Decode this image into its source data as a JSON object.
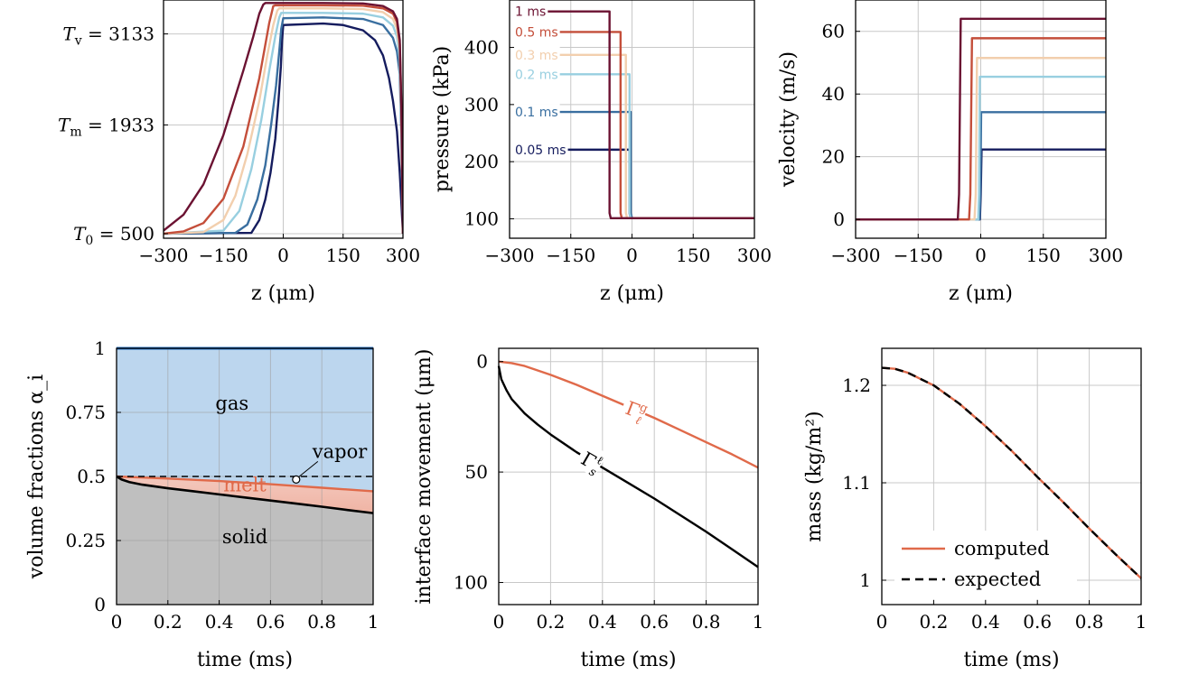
{
  "colors": {
    "c1": "#6b1232",
    "c05": "#c44e3a",
    "c03": "#f2cfae",
    "c02": "#98cfe0",
    "c01": "#3a6fa0",
    "c005": "#151c5e",
    "gas": "#bcd6ee",
    "gasLine": "#1f6cc0",
    "melt": "#f0b4a4",
    "solid": "#bfbfbf",
    "computed": "#e06a4a",
    "grid": "#c8c8c8"
  },
  "chart_data": [
    {
      "id": "temperature",
      "type": "line",
      "xlabel": "z (μm)",
      "ylabel": "",
      "xlim": [
        -300,
        300
      ],
      "ylim": [
        440,
        3580
      ],
      "xticks": [
        -300,
        -150,
        0,
        150,
        300
      ],
      "xtick_labels": [
        "−300",
        "−150",
        "0",
        "150",
        "300"
      ],
      "yticks": [
        3133,
        1933,
        500
      ],
      "ytick_labels": [
        "T_v = 3133",
        "T_m = 1933",
        "T_0 = 500"
      ],
      "grid": true,
      "series": [
        {
          "name": "1 ms",
          "color_key": "c1",
          "x": [
            -300,
            -250,
            -200,
            -150,
            -100,
            -75,
            -60,
            -50,
            -45,
            -40,
            100,
            200,
            250,
            275,
            285,
            292,
            296,
            300
          ],
          "y": [
            540,
            750,
            1150,
            1800,
            2650,
            3100,
            3400,
            3520,
            3540,
            3540,
            3540,
            3535,
            3500,
            3430,
            3330,
            3050,
            2200,
            500
          ]
        },
        {
          "name": "0.5 ms",
          "color_key": "c05",
          "x": [
            -300,
            -250,
            -200,
            -150,
            -100,
            -60,
            -35,
            -25,
            -20,
            100,
            200,
            250,
            275,
            285,
            292,
            296,
            300
          ],
          "y": [
            500,
            530,
            640,
            960,
            1650,
            2550,
            3280,
            3500,
            3510,
            3510,
            3505,
            3470,
            3400,
            3290,
            3000,
            2150,
            500
          ]
        },
        {
          "name": "0.3 ms",
          "color_key": "c03",
          "x": [
            -300,
            -200,
            -150,
            -120,
            -90,
            -60,
            -40,
            -25,
            -15,
            -10,
            100,
            200,
            250,
            275,
            285,
            292,
            296,
            300
          ],
          "y": [
            500,
            520,
            680,
            1000,
            1550,
            2250,
            2850,
            3250,
            3440,
            3470,
            3470,
            3460,
            3420,
            3330,
            3200,
            2920,
            2050,
            500
          ]
        },
        {
          "name": "0.2 ms",
          "color_key": "c02",
          "x": [
            -300,
            -150,
            -110,
            -80,
            -55,
            -35,
            -20,
            -10,
            -5,
            100,
            200,
            250,
            275,
            285,
            292,
            296,
            300
          ],
          "y": [
            500,
            540,
            800,
            1350,
            2000,
            2650,
            3100,
            3350,
            3410,
            3410,
            3400,
            3350,
            3240,
            3100,
            2800,
            1950,
            500
          ]
        },
        {
          "name": "0.1 ms",
          "color_key": "c01",
          "x": [
            -300,
            -120,
            -90,
            -65,
            -45,
            -30,
            -18,
            -10,
            -5,
            0,
            100,
            200,
            250,
            275,
            285,
            292,
            296,
            300
          ],
          "y": [
            500,
            510,
            620,
            950,
            1400,
            1950,
            2450,
            2900,
            3200,
            3340,
            3350,
            3330,
            3250,
            3080,
            2900,
            2600,
            1800,
            500
          ]
        },
        {
          "name": "0.05 ms",
          "color_key": "c005",
          "x": [
            -300,
            -80,
            -60,
            -45,
            -32,
            -20,
            -12,
            -6,
            -3,
            0,
            100,
            150,
            200,
            230,
            250,
            265,
            275,
            285,
            292,
            296,
            300
          ],
          "y": [
            500,
            510,
            680,
            950,
            1300,
            1750,
            2250,
            2700,
            3050,
            3250,
            3270,
            3250,
            3180,
            3050,
            2850,
            2550,
            2250,
            1850,
            1300,
            900,
            500
          ]
        }
      ]
    },
    {
      "id": "pressure",
      "type": "line",
      "xlabel": "z (μm)",
      "ylabel": "pressure (kPa)",
      "xlim": [
        -300,
        300
      ],
      "ylim": [
        66,
        483
      ],
      "xticks": [
        -300,
        -150,
        0,
        150,
        300
      ],
      "xtick_labels": [
        "−300",
        "−150",
        "0",
        "150",
        "300"
      ],
      "yticks": [
        100,
        200,
        300,
        400
      ],
      "ytick_labels": [
        "100",
        "200",
        "300",
        "400"
      ],
      "grid": true,
      "series": [
        {
          "name": "1 ms",
          "color_key": "c1",
          "x": [
            -290,
            -55,
            -55,
            -52,
            300
          ],
          "y": [
            463,
            463,
            110,
            101,
            101
          ]
        },
        {
          "name": "0.5 ms",
          "color_key": "c05",
          "x": [
            -290,
            -28,
            -28,
            -25,
            300
          ],
          "y": [
            427,
            427,
            110,
            101,
            101
          ]
        },
        {
          "name": "0.3 ms",
          "color_key": "c03",
          "x": [
            -290,
            -15,
            -15,
            -12,
            300
          ],
          "y": [
            387,
            387,
            110,
            101,
            101
          ]
        },
        {
          "name": "0.2 ms",
          "color_key": "c02",
          "x": [
            -290,
            -6,
            -6,
            -3,
            300
          ],
          "y": [
            353,
            353,
            110,
            101,
            101
          ]
        },
        {
          "name": "0.1 ms",
          "color_key": "c01",
          "x": [
            -290,
            -3,
            -3,
            0,
            300
          ],
          "y": [
            287,
            287,
            110,
            101,
            101
          ]
        },
        {
          "name": "0.05 ms",
          "color_key": "c005",
          "x": [
            -290,
            -6,
            -6,
            -3,
            300
          ],
          "y": [
            221,
            221,
            110,
            101,
            101
          ]
        }
      ]
    },
    {
      "id": "velocity",
      "type": "line",
      "xlabel": "z (μm)",
      "ylabel": "velocity (m/s)",
      "xlim": [
        -300,
        300
      ],
      "ylim": [
        -6,
        70
      ],
      "xticks": [
        -300,
        -150,
        0,
        150,
        300
      ],
      "xtick_labels": [
        "−300",
        "−150",
        "0",
        "150",
        "300"
      ],
      "yticks": [
        0,
        20,
        40,
        60
      ],
      "ytick_labels": [
        "0",
        "20",
        "40",
        "60"
      ],
      "grid": true,
      "series": [
        {
          "name": "1 ms",
          "color_key": "c1",
          "x": [
            -300,
            -55,
            -52,
            -48,
            300
          ],
          "y": [
            0,
            0,
            8,
            64,
            64
          ]
        },
        {
          "name": "0.5 ms",
          "color_key": "c05",
          "x": [
            -300,
            -28,
            -25,
            -21,
            300
          ],
          "y": [
            0,
            0,
            8,
            57.8,
            57.8
          ]
        },
        {
          "name": "0.3 ms",
          "color_key": "c03",
          "x": [
            -300,
            -15,
            -12,
            -9,
            300
          ],
          "y": [
            0,
            0,
            8,
            51.5,
            51.5
          ]
        },
        {
          "name": "0.2 ms",
          "color_key": "c02",
          "x": [
            -300,
            -6,
            -4,
            -2,
            300
          ],
          "y": [
            0,
            0,
            8,
            45.5,
            45.5
          ]
        },
        {
          "name": "0.1 ms",
          "color_key": "c01",
          "x": [
            -300,
            -3,
            -1,
            1,
            300
          ],
          "y": [
            0,
            0,
            8,
            34.2,
            34.2
          ]
        },
        {
          "name": "0.05 ms",
          "color_key": "c005",
          "x": [
            -300,
            -2,
            0,
            2,
            300
          ],
          "y": [
            0,
            0,
            8,
            22.3,
            22.3
          ]
        }
      ]
    },
    {
      "id": "fractions",
      "type": "area",
      "xlabel": "time (ms)",
      "ylabel": "volume fractions α_i",
      "xlim": [
        0,
        1
      ],
      "ylim": [
        0,
        1
      ],
      "xticks": [
        0,
        0.2,
        0.4,
        0.6,
        0.8,
        1
      ],
      "xtick_labels": [
        "0",
        "0.2",
        "0.4",
        "0.6",
        "0.8",
        "1"
      ],
      "yticks": [
        0,
        0.25,
        0.5,
        0.75,
        1
      ],
      "ytick_labels": [
        "0",
        "0.25",
        "0.5",
        "0.75",
        "1"
      ],
      "grid": true,
      "series": [
        {
          "name": "solid",
          "color_key": "solid",
          "x": [
            0,
            0.02,
            0.05,
            0.1,
            0.2,
            0.3,
            0.4,
            0.5,
            0.6,
            0.7,
            0.8,
            0.9,
            1
          ],
          "y": [
            0.5,
            0.488,
            0.478,
            0.468,
            0.454,
            0.442,
            0.43,
            0.418,
            0.406,
            0.394,
            0.382,
            0.369,
            0.357
          ]
        },
        {
          "name": "melt",
          "color_key": "melt",
          "x": [
            0,
            0.1,
            0.2,
            0.3,
            0.4,
            0.5,
            0.6,
            0.7,
            0.8,
            0.9,
            1
          ],
          "y": [
            0.5,
            0.496,
            0.492,
            0.487,
            0.482,
            0.476,
            0.47,
            0.463,
            0.456,
            0.449,
            0.442
          ]
        },
        {
          "name": "gas",
          "color_key": "gas",
          "x": [
            0,
            1
          ],
          "y": [
            1,
            1
          ]
        }
      ],
      "reference_line": {
        "y": 0.5,
        "style": "dashed"
      },
      "labels": {
        "gas": "gas",
        "melt": "melt",
        "solid": "solid",
        "vapor": "vapor"
      },
      "vapor_marker": {
        "x": 0.7,
        "y": 0.488
      }
    },
    {
      "id": "interface",
      "type": "line",
      "xlabel": "time (ms)",
      "ylabel": "interface movement (μm)",
      "xlim": [
        0,
        1
      ],
      "ylim": [
        -6,
        110
      ],
      "y_inverted": true,
      "xticks": [
        0,
        0.2,
        0.4,
        0.6,
        0.8,
        1
      ],
      "xtick_labels": [
        "0",
        "0.2",
        "0.4",
        "0.6",
        "0.8",
        "1"
      ],
      "yticks": [
        0,
        50,
        100
      ],
      "ytick_labels": [
        "0",
        "50",
        "100"
      ],
      "grid": true,
      "series": [
        {
          "name": "Γ_ℓ^g",
          "color_key": "computed",
          "x": [
            0,
            0.05,
            0.1,
            0.2,
            0.3,
            0.4,
            0.5,
            0.6,
            0.7,
            0.8,
            0.9,
            1
          ],
          "y": [
            0,
            0.7,
            2,
            6,
            10.5,
            15.5,
            20.5,
            25.5,
            31,
            36.5,
            42,
            48
          ]
        },
        {
          "name": "Γ_s^ℓ",
          "color_key": "black",
          "x": [
            0,
            0.01,
            0.03,
            0.05,
            0.1,
            0.15,
            0.2,
            0.3,
            0.4,
            0.5,
            0.6,
            0.7,
            0.8,
            0.9,
            1
          ],
          "y": [
            2,
            8,
            13,
            17,
            23.5,
            28.5,
            33,
            41,
            48,
            55,
            62,
            69.5,
            77,
            85,
            93
          ]
        }
      ]
    },
    {
      "id": "mass",
      "type": "line",
      "xlabel": "time (ms)",
      "ylabel": "mass (kg/m²)",
      "xlim": [
        0,
        1
      ],
      "ylim": [
        0.975,
        1.238
      ],
      "xticks": [
        0,
        0.2,
        0.4,
        0.6,
        0.8,
        1
      ],
      "xtick_labels": [
        "0",
        "0.2",
        "0.4",
        "0.6",
        "0.8",
        "1"
      ],
      "yticks": [
        1,
        1.1,
        1.2
      ],
      "ytick_labels": [
        "1",
        "1.1",
        "1.2"
      ],
      "grid": true,
      "series": [
        {
          "name": "computed",
          "color_key": "computed",
          "style": "solid",
          "x": [
            0,
            0.05,
            0.1,
            0.2,
            0.3,
            0.4,
            0.5,
            0.6,
            0.7,
            0.8,
            0.9,
            1
          ],
          "y": [
            1.218,
            1.217,
            1.213,
            1.2,
            1.181,
            1.158,
            1.133,
            1.106,
            1.08,
            1.053,
            1.027,
            1.002
          ]
        },
        {
          "name": "expected",
          "color_key": "black",
          "style": "dashed",
          "x": [
            0,
            0.05,
            0.1,
            0.2,
            0.3,
            0.4,
            0.5,
            0.6,
            0.7,
            0.8,
            0.9,
            1
          ],
          "y": [
            1.218,
            1.217,
            1.213,
            1.2,
            1.181,
            1.158,
            1.133,
            1.106,
            1.08,
            1.053,
            1.027,
            1.002
          ]
        }
      ],
      "legend": {
        "position": "bottom-left",
        "entries": [
          "computed",
          "expected"
        ]
      }
    }
  ]
}
